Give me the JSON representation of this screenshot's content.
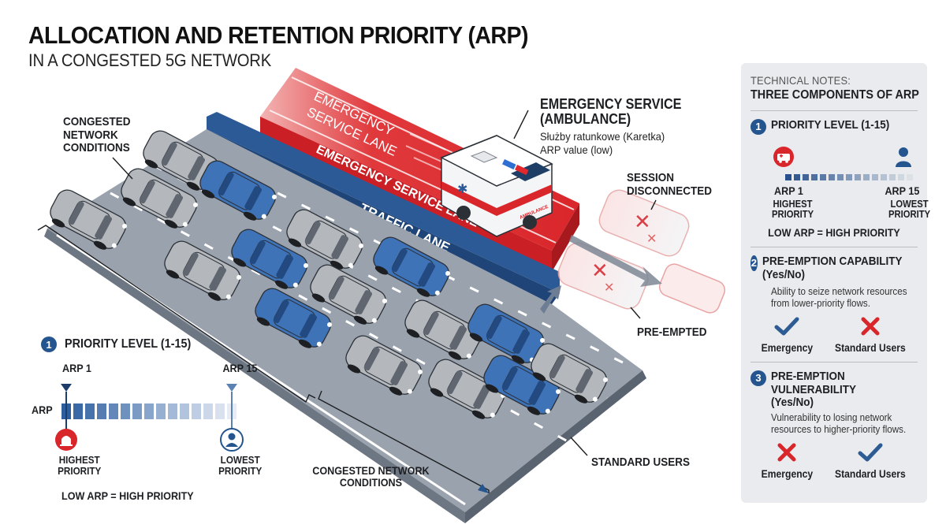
{
  "header": {
    "title": "ALLOCATION AND RETENTION PRIORITY (ARP)",
    "subtitle": "IN A CONGESTED 5G NETWORK"
  },
  "scene": {
    "congested_top_label": [
      "CONGESTED",
      "NETWORK",
      "CONDITIONS"
    ],
    "congested_bottom_label": [
      "CONGESTED NETWORK",
      "CONDITIONS"
    ],
    "emergency_lane_top": [
      "EMERGENCY",
      "SERVICE LANE"
    ],
    "emergency_lane_side": "EMERGENCY SERVICE LANE",
    "traffic_lane": "TRAFFIC LANE",
    "ambulance_label": "AMBULANCE",
    "emergency_callout": {
      "title": [
        "EMERGENCY SERVICE",
        "(AMBULANCE)"
      ],
      "lines": [
        "Służby ratunkowe (Karetka)",
        "ARP value (low)"
      ]
    },
    "session_disconnected": [
      "SESSION",
      "DISCONNECTED"
    ],
    "pre_empted": "PRE-EMPTED",
    "standard_users": "STANDARD USERS",
    "colors": {
      "emergency_red": "#d9262b",
      "traffic_blue": "#2b5a97",
      "road_gray": "#8d96a3",
      "car_blue": "#3f73b8",
      "car_silver": "#b4b8bd"
    }
  },
  "priority_scale": {
    "badge": "1",
    "heading": "PRIORITY LEVEL (1-15)",
    "axis_label": "ARP",
    "levels": 15,
    "high_marker": {
      "label": "ARP 1",
      "value": 1,
      "caption": [
        "HIGHEST",
        "PRIORITY"
      ],
      "icon": "siren-icon"
    },
    "low_marker": {
      "label": "ARP 15",
      "value": 15,
      "caption": [
        "LOWEST",
        "PRIORITY"
      ],
      "icon": "user-icon"
    },
    "rule": "LOW ARP = HIGH PRIORITY"
  },
  "panel": {
    "kicker": "TECHNICAL NOTES:",
    "title": "THREE COMPONENTS OF ARP",
    "sections": [
      {
        "number": "1",
        "title": [
          "PRIORITY LEVEL (1-15)"
        ],
        "left": {
          "label": "ARP 1",
          "caption": [
            "HIGHEST",
            "PRIORITY"
          ],
          "icon": "ambulance-icon"
        },
        "right": {
          "label": "ARP 15",
          "caption": [
            "LOWEST",
            "PRIORITY"
          ],
          "icon": "user-icon"
        },
        "rule": "LOW ARP = HIGH PRIORITY"
      },
      {
        "number": "2",
        "title": [
          "PRE-EMPTION CAPABILITY",
          "(Yes/No)"
        ],
        "description": [
          "Ability to seize network resources",
          "from lower-priority flows."
        ],
        "items": [
          {
            "label": "Emergency",
            "value": "yes"
          },
          {
            "label": "Standard Users",
            "value": "no"
          }
        ]
      },
      {
        "number": "3",
        "title": [
          "PRE-EMPTION",
          "VULNERABILITY",
          "(Yes/No)"
        ],
        "description": [
          "Vulnerability to losing network",
          "resources to higher-priority flows."
        ],
        "items": [
          {
            "label": "Emergency",
            "value": "no"
          },
          {
            "label": "Standard Users",
            "value": "yes"
          }
        ]
      }
    ]
  }
}
